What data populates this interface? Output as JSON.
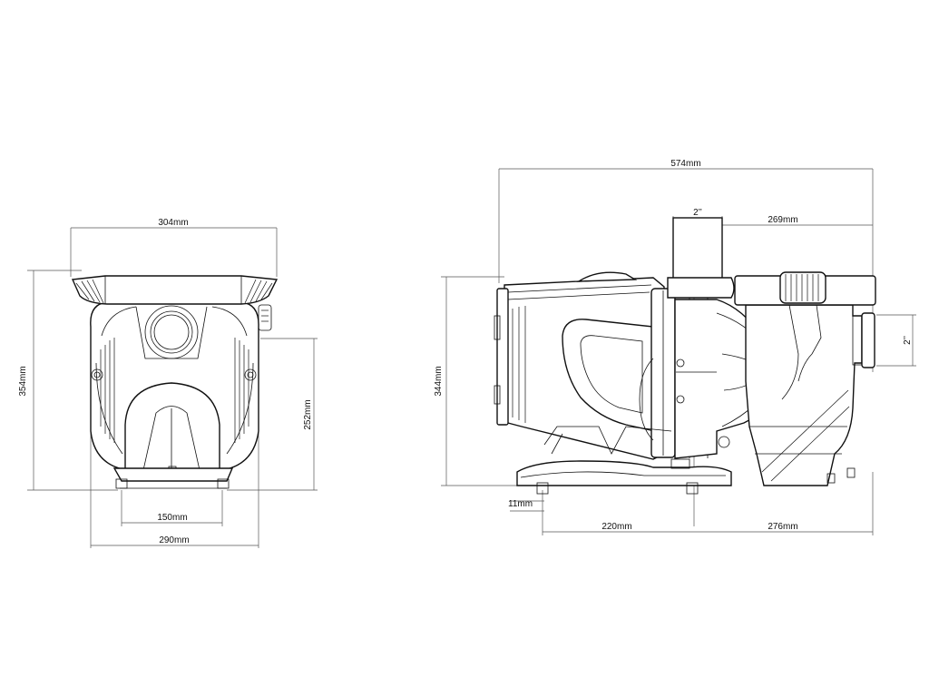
{
  "front_view": {
    "dim_top_width": "304mm",
    "dim_height": "354mm",
    "dim_outlet_height": "252mm",
    "dim_feet_spacing": "150mm",
    "dim_base_width": "290mm"
  },
  "side_view": {
    "dim_total_length": "574mm",
    "dim_port_top": "2’’",
    "dim_to_inlet": "269mm",
    "dim_height": "344mm",
    "dim_port_side": "2’’",
    "dim_foot": "11mm",
    "dim_left_span": "220mm",
    "dim_right_span": "276mm"
  }
}
